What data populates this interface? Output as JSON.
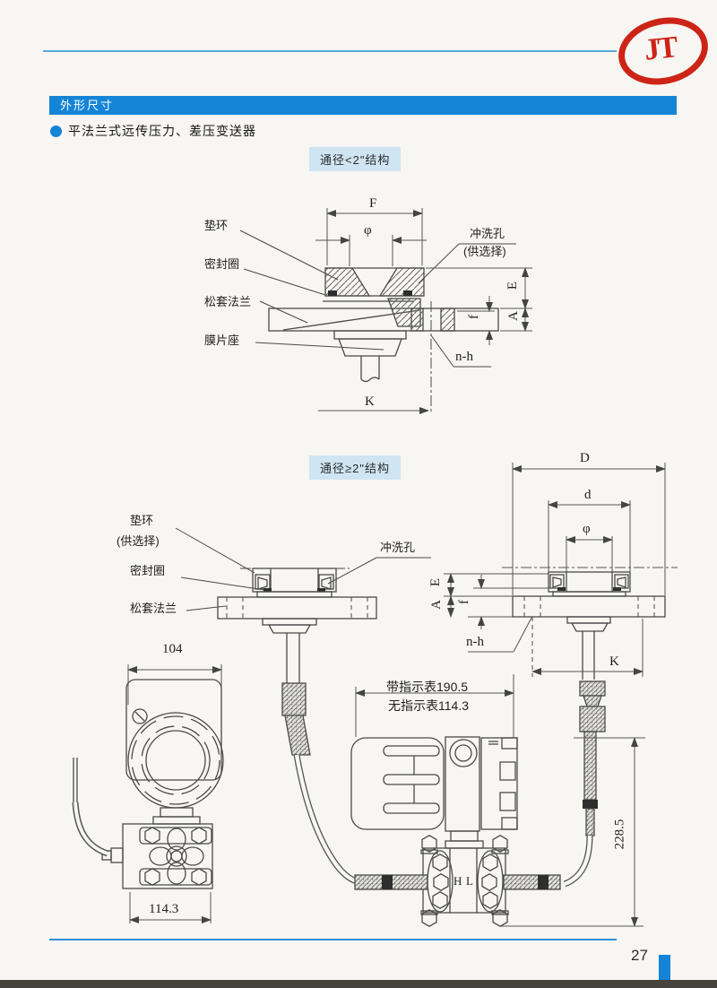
{
  "logo_text": "JT",
  "header": {
    "section_title": "外形尺寸",
    "product_title": "平法兰式远传压力、差压变送器"
  },
  "s1": {
    "box_label": "通径<2\"结构",
    "labels": {
      "washer": "垫环",
      "seal": "密封圈",
      "flange": "松套法兰",
      "seat": "膜片座",
      "flush1": "冲洗孔",
      "flush2": "(供选择)"
    },
    "dims": {
      "F": "F",
      "phi": "φ",
      "E": "E",
      "A": "A",
      "f": "f",
      "nh": "n-h",
      "K": "K"
    }
  },
  "s2": {
    "box_label": "通径≥2\"结构",
    "labels": {
      "washer_line1": "垫环",
      "washer_line2": "(供选择)",
      "seal": "密封圈",
      "flange": "松套法兰",
      "flush": "冲洗孔"
    },
    "dims": {
      "D": "D",
      "d": "d",
      "phi": "φ",
      "E": "E",
      "A": "A",
      "f": "f",
      "nh": "n-h",
      "K": "K"
    }
  },
  "front_view": {
    "dim_width": "104",
    "dim_body": "114.3"
  },
  "side_view": {
    "dim_with_indicator": "带指示表190.5",
    "dim_without_indicator": "无指示表114.3",
    "dim_height": "228.5",
    "port_h": "H",
    "port_l": "L"
  },
  "footer": {
    "page_number": "27"
  }
}
